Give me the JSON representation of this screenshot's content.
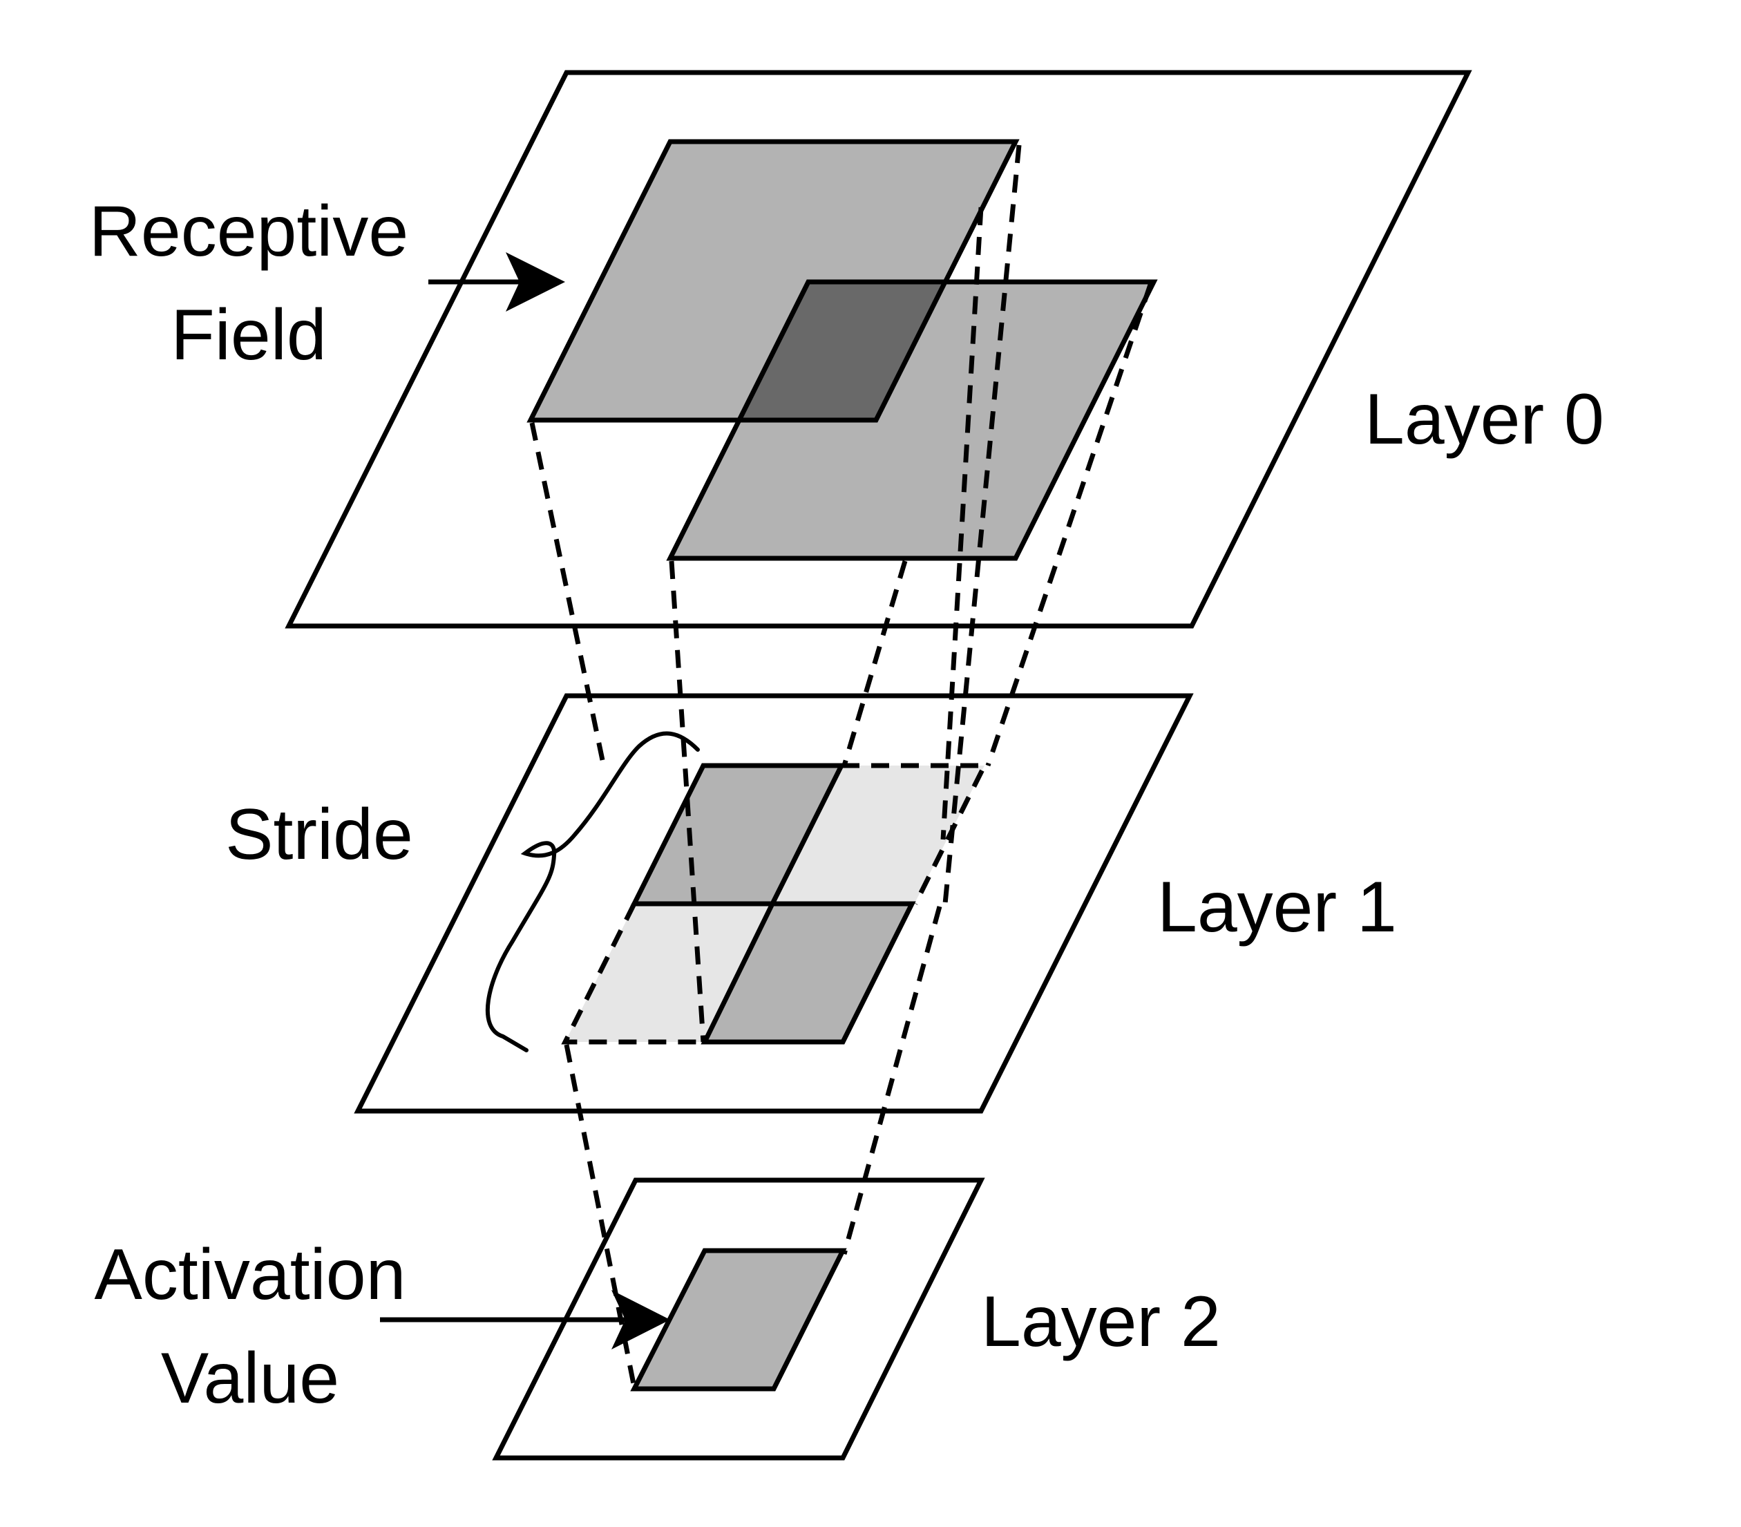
{
  "labels": {
    "receptive_field_line1": "Receptive",
    "receptive_field_line2": "Field",
    "stride": "Stride",
    "activation_line1": "Activation",
    "activation_line2": "Value",
    "layer0": "Layer 0",
    "layer1": "Layer 1",
    "layer2": "Layer 2"
  },
  "colors": {
    "patch": "#b3b3b3",
    "overlap": "#696969",
    "window": "#e6e6e6",
    "line": "#000000",
    "background": "#ffffff"
  }
}
